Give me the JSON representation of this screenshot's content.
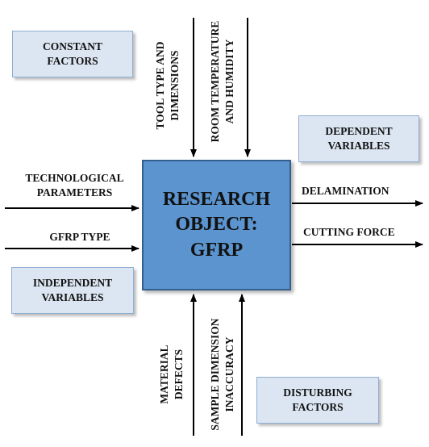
{
  "main_box": {
    "label": "RESEARCH\nOBJECT:\nGFRP"
  },
  "boxes": {
    "constant_factors": "CONSTANT\nFACTORS",
    "dependent_variables": "DEPENDENT\nVARIABLES",
    "independent_variables": "INDEPENDENT\nVARIABLES",
    "disturbing_factors": "DISTURBING\nFACTORS"
  },
  "inputs": {
    "technological_parameters": "TECHNOLOGICAL\nPARAMETERS",
    "gfrp_type": "GFRP TYPE"
  },
  "outputs": {
    "delamination": "DELAMINATION",
    "cutting_force": "CUTTING FORCE"
  },
  "constant_inputs": {
    "tool_type": "TOOL TYPE AND\nDIMENSIONS",
    "room_temperature": "ROOM TEMPERATURE\nAND HUMIDITY"
  },
  "disturbing_inputs": {
    "material_defects": "MATERIAL\nDEFECTS",
    "sample_dimension": "SAMPLE DIMENSION\nINACCURACY"
  },
  "colors": {
    "main_fill": "#5b94cf",
    "box_fill": "#dce6f2",
    "arrow": "#000000"
  }
}
